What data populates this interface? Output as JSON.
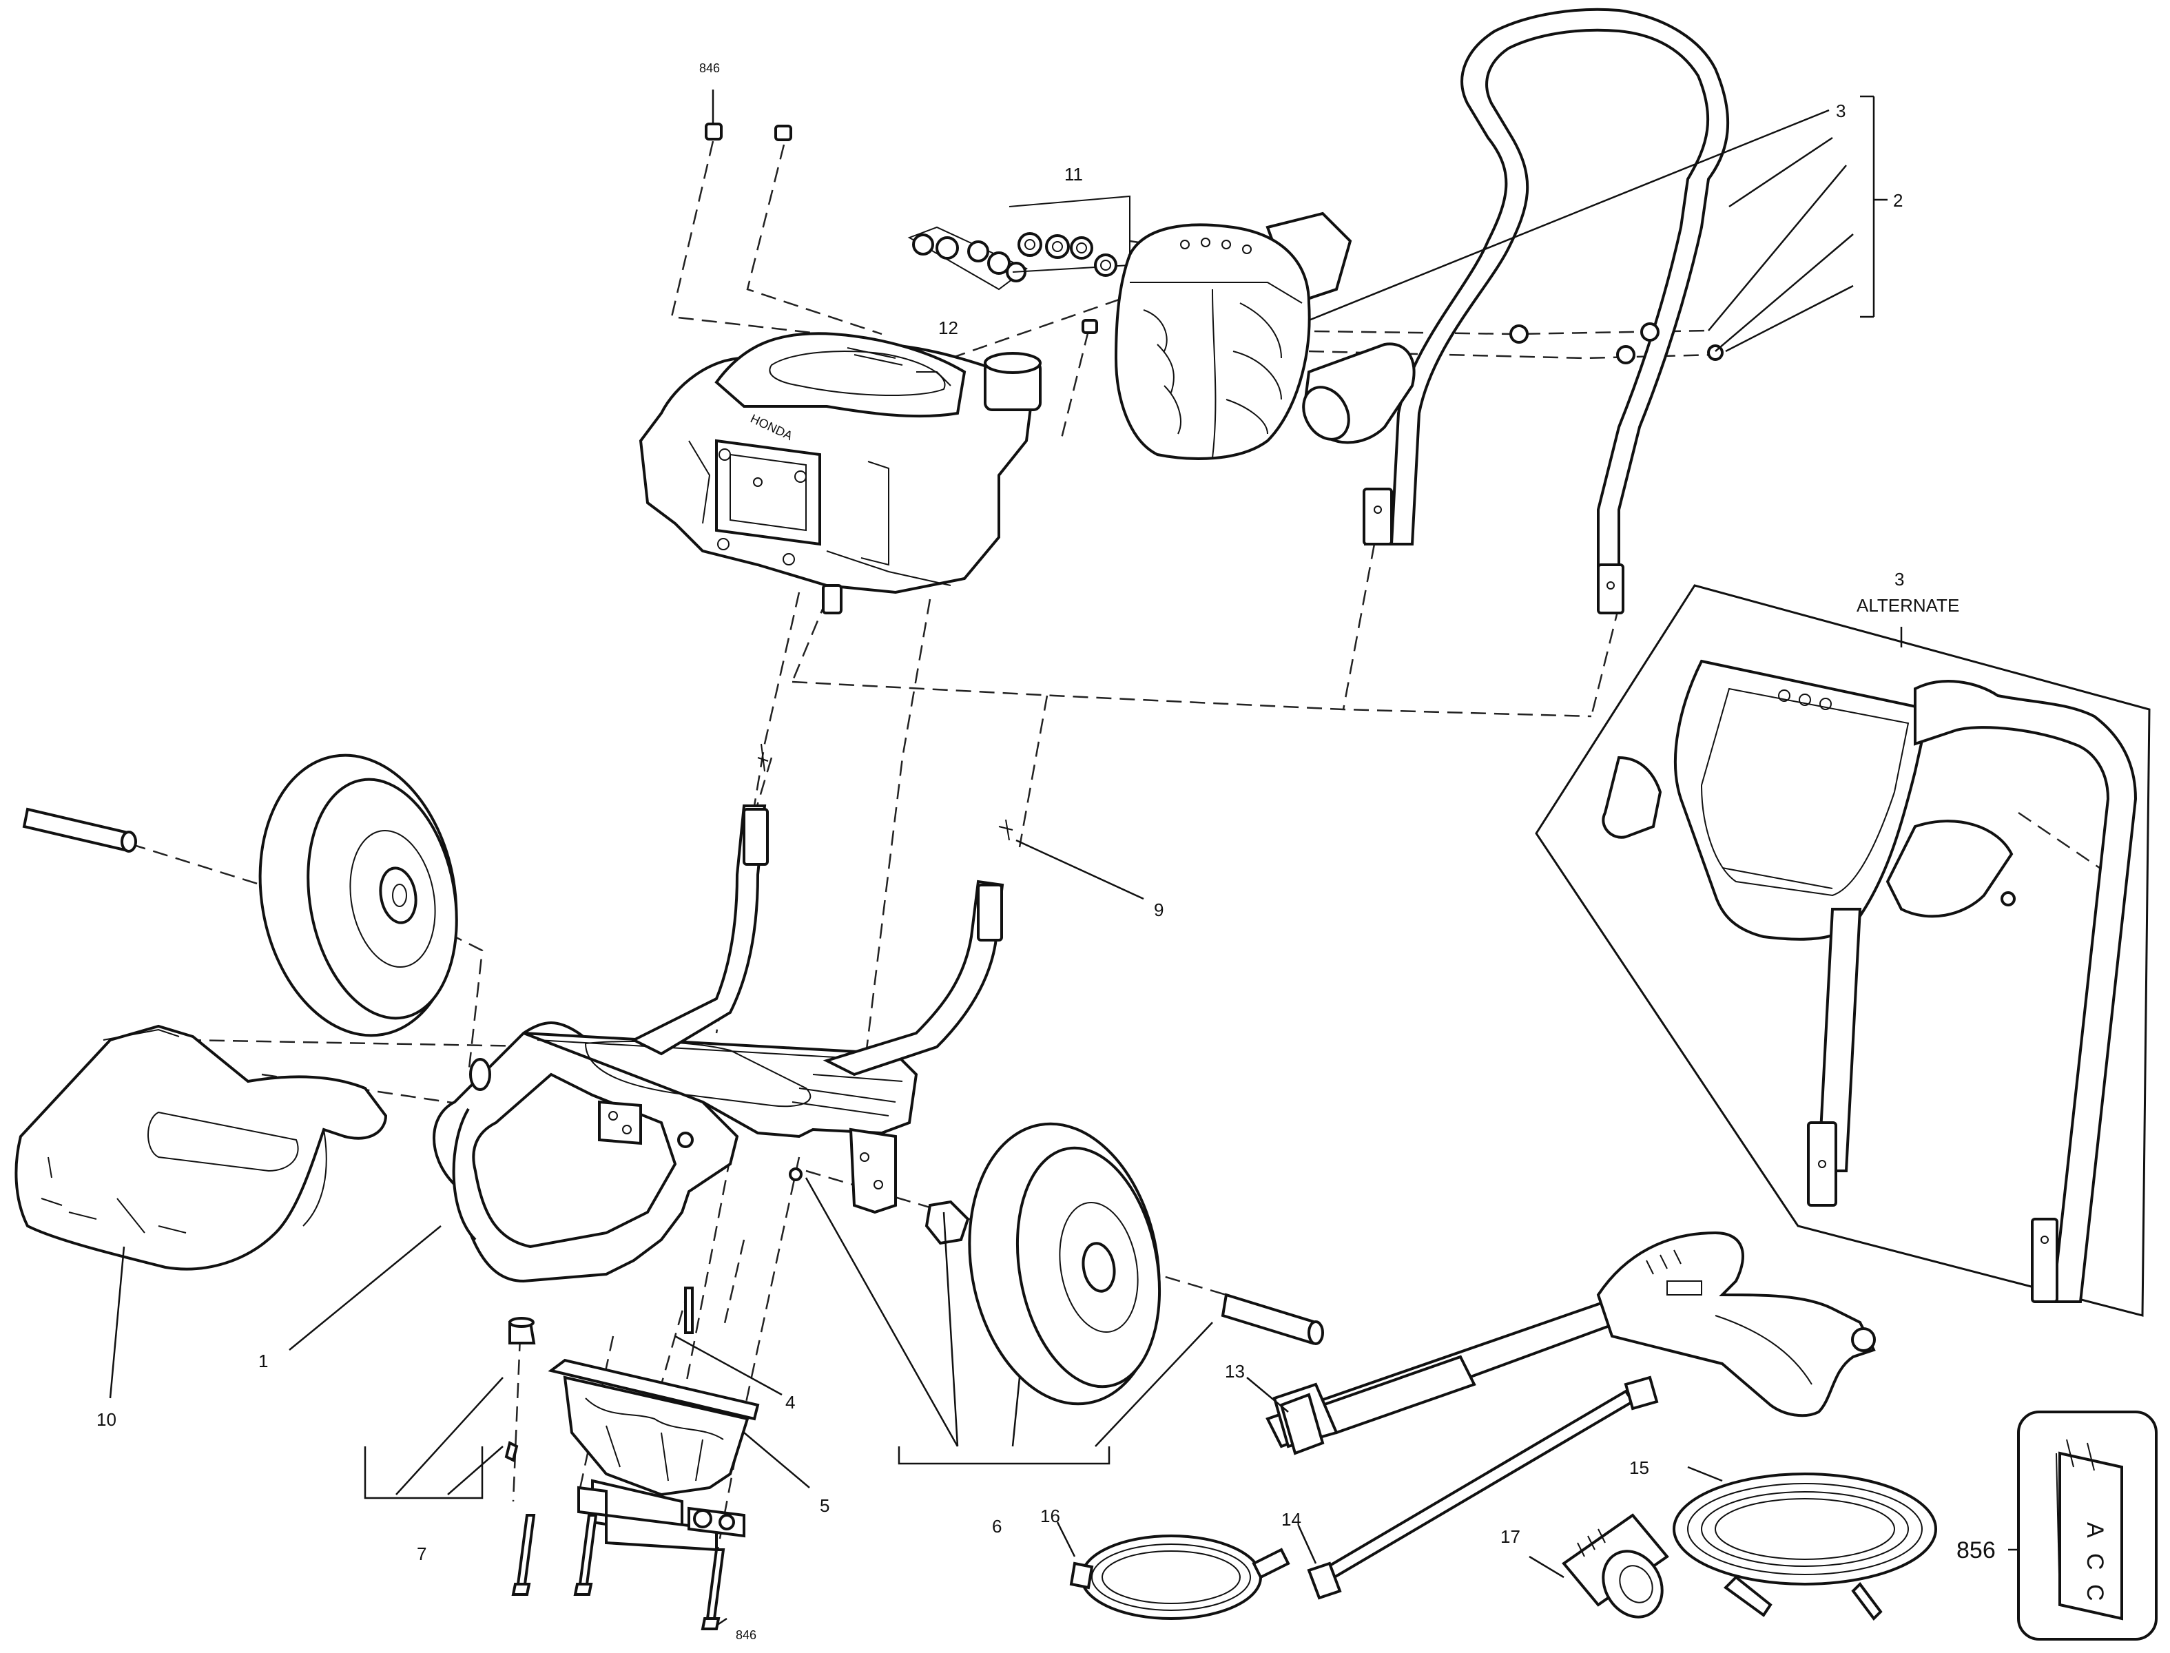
{
  "callouts": {
    "c1": "1",
    "c2": "2",
    "c3": "3",
    "c3alt_num": "3",
    "c3alt_text": "ALTERNATE",
    "c4": "4",
    "c5": "5",
    "c6": "6",
    "c7": "7",
    "c9": "9",
    "c10": "10",
    "c11": "11",
    "c12": "12",
    "c13": "13",
    "c14": "14",
    "c15": "15",
    "c16": "16",
    "c17": "17",
    "c846_top": "846",
    "c846_bottom": "846",
    "c856": "856"
  },
  "engine_brand": "HONDA",
  "manual_label": "ACC"
}
